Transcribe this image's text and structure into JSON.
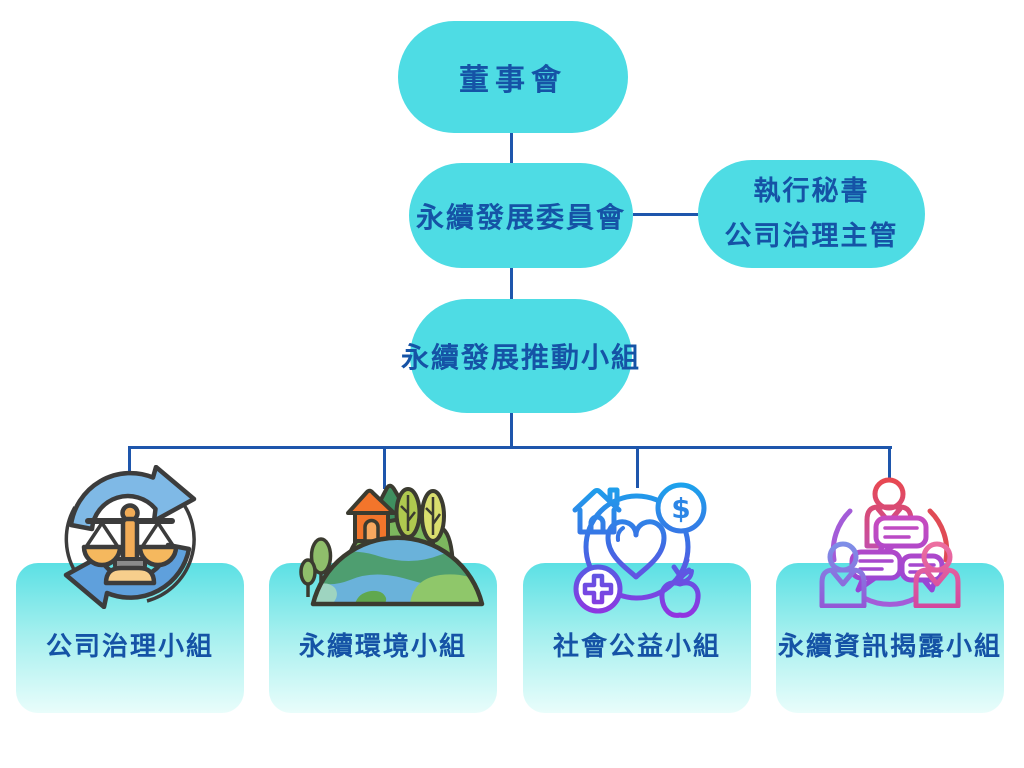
{
  "org_chart": {
    "root": {
      "label": "董事會"
    },
    "committee": {
      "label": "永續發展委員會"
    },
    "secretary": {
      "line1": "執行秘書",
      "line2": "公司治理主管"
    },
    "taskforce": {
      "label": "永續發展推動小組"
    },
    "teams": [
      {
        "label": "公司治理小組",
        "icon": "governance-scales-icon"
      },
      {
        "label": "永續環境小組",
        "icon": "environment-earth-icon"
      },
      {
        "label": "社會公益小組",
        "icon": "social-welfare-heart-icon"
      },
      {
        "label": "永續資訊揭露小組",
        "icon": "disclosure-people-icon"
      }
    ],
    "icon_glyphs": {
      "dollar": "$"
    },
    "colors": {
      "node_fill": "#4EDCE4",
      "text_blue": "#1553A6",
      "connector_blue": "#1E56AC",
      "card_gradient_top": "#5BE0E4",
      "card_gradient_bottom": "#E9FDFB"
    }
  }
}
